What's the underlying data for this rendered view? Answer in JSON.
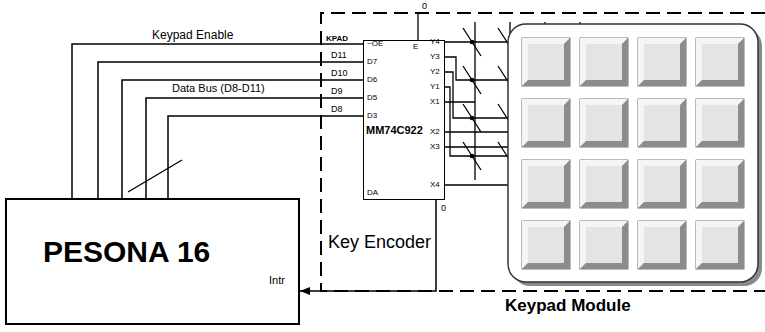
{
  "diagram": {
    "nodes": [
      {
        "text": [
          "PESONA 16",
          "Intr"
        ]
      },
      {
        "text": [
          "Keypad Module"
        ]
      },
      {
        "text": [
          "MM74C922"
        ],
        "in": 1
      }
    ],
    "edges": [
      {
        "from": 0,
        "to": 2,
        "arrow": "none",
        "label": "Keypad Enable"
      },
      {
        "from": 0,
        "to": 2,
        "arrow": "none"
      },
      {
        "from": 0,
        "to": 2,
        "arrow": "none"
      },
      {
        "from": 0,
        "to": 2,
        "arrow": "none",
        "label": "Data Bus (D8-D11)"
      },
      {
        "from": 0,
        "to": 2,
        "arrow": "none"
      },
      {
        "from": 2,
        "to": 0,
        "arrow": "to"
      }
    ],
    "labels": [
      "KPAD",
      "D11",
      "D10",
      "D9",
      "D8",
      "~OE",
      "D7",
      "D6",
      "D5",
      "D3",
      "E",
      "0",
      "Y4",
      "Y3",
      "Y2",
      "Y1",
      "X1",
      "X2",
      "X3",
      "X4",
      "DA",
      "0",
      "Key Encoder"
    ]
  }
}
